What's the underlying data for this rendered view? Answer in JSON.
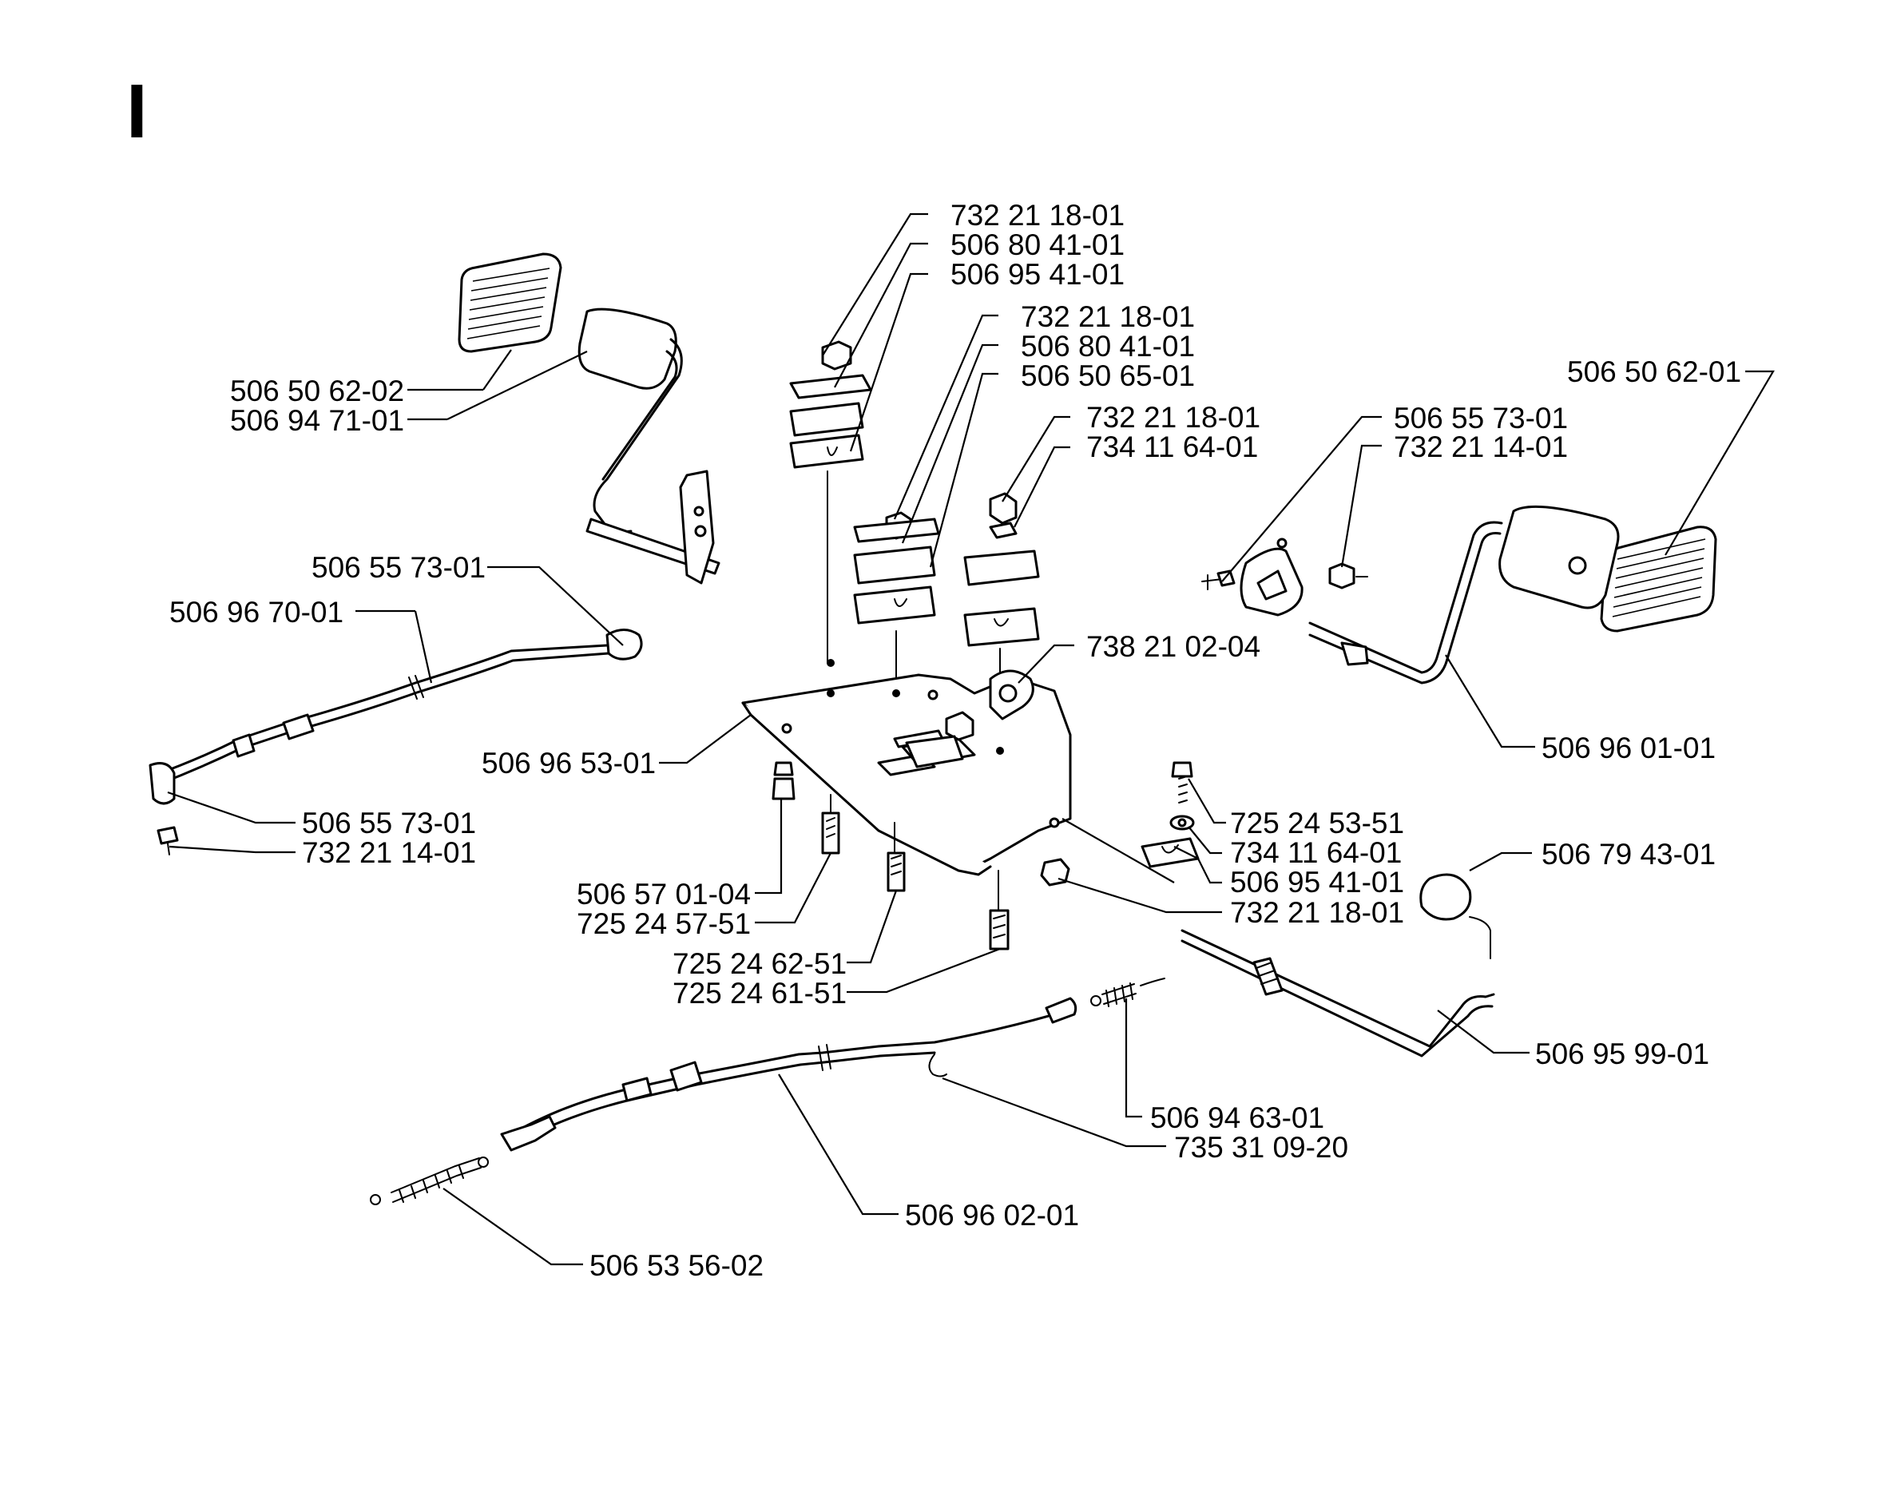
{
  "section_letter": "I",
  "labels": {
    "l1": "732 21 18-01",
    "l2": "506 80 41-01",
    "l3": "506 95 41-01",
    "l4": "732 21 18-01",
    "l5": "506 80 41-01",
    "l6": "506 50 65-01",
    "l7": "732 21 18-01",
    "l8": "734 11 64-01",
    "l9": "506 50 62-02",
    "l10": "506 94 71-01",
    "l11": "506 55 73-01",
    "l12": "506 96 70-01",
    "l13": "506 55 73-01",
    "l14": "732 21 14-01",
    "l15": "506 96 53-01",
    "l16": "738 21 02-04",
    "l17": "506 57 01-04",
    "l18": "725 24 57-51",
    "l19": "725 24 62-51",
    "l20": "725 24 61-51",
    "l21": "725 24 53-51",
    "l22": "734 11 64-01",
    "l23": "506 95 41-01",
    "l24": "732 21 18-01",
    "l25": "506 50 62-01",
    "l26": "506 55 73-01",
    "l27": "732 21 14-01",
    "l28": "506 96 01-01",
    "l29": "506 79 43-01",
    "l30": "506 95 99-01",
    "l31": "506 94 63-01",
    "l32": "735 31 09-20",
    "l33": "506 96 02-01",
    "l34": "506 53 56-02"
  }
}
